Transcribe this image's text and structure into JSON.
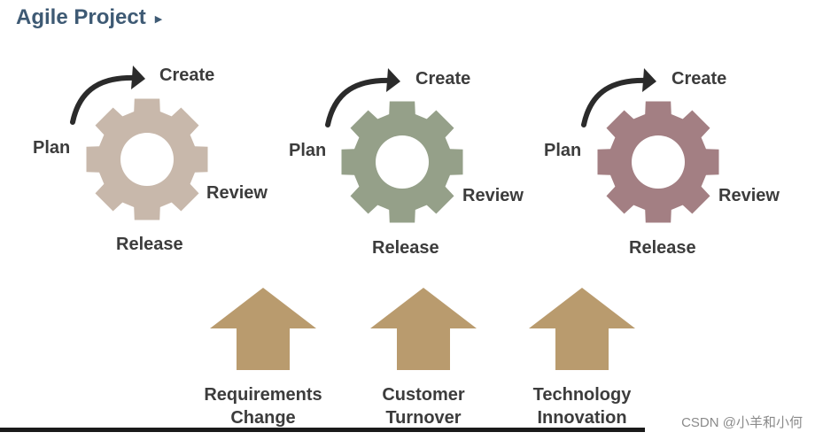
{
  "title": "Agile Project",
  "cycles": [
    {
      "gear_color": "#c8b8ab",
      "labels": {
        "create": "Create",
        "plan": "Plan",
        "review": "Review",
        "release": "Release"
      }
    },
    {
      "gear_color": "#95a089",
      "labels": {
        "create": "Create",
        "plan": "Plan",
        "review": "Review",
        "release": "Release"
      }
    },
    {
      "gear_color": "#a37f83",
      "labels": {
        "create": "Create",
        "plan": "Plan",
        "review": "Review",
        "release": "Release"
      }
    }
  ],
  "drivers": [
    {
      "line1": "Requirements",
      "line2": "Change"
    },
    {
      "line1": "Customer",
      "line2": "Turnover"
    },
    {
      "line1": "Technology",
      "line2": "Innovation"
    }
  ],
  "arrow_color": "#b99b6e",
  "watermark": "CSDN @小羊和小何"
}
